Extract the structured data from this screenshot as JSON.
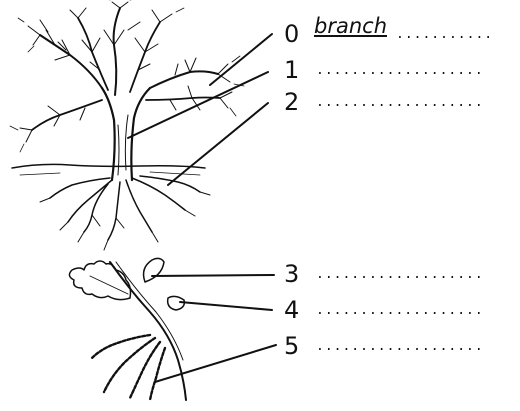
{
  "labels": [
    {
      "number": "0",
      "answer": "branch",
      "dots": "..........."
    },
    {
      "number": "1",
      "answer": "",
      "dots": "..................."
    },
    {
      "number": "2",
      "answer": "",
      "dots": "..................."
    },
    {
      "number": "3",
      "answer": "",
      "dots": "..................."
    },
    {
      "number": "4",
      "answer": "",
      "dots": "..................."
    },
    {
      "number": "5",
      "answer": "",
      "dots": "..................."
    }
  ]
}
